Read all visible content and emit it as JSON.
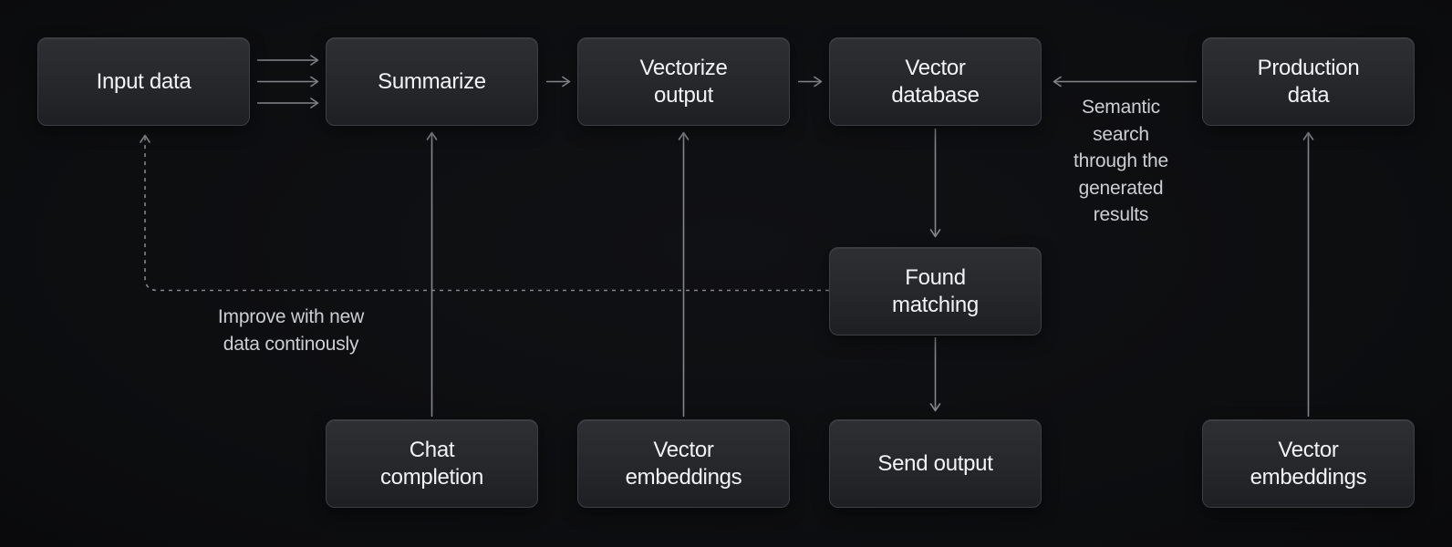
{
  "diagram": {
    "colors": {
      "background": "#0d0e10",
      "node_fill_top": "#2e2f33",
      "node_fill_bottom": "#1e1f23",
      "node_border": "#3d3e44",
      "node_text": "#f2f3f5",
      "arrow": "#85868b",
      "annotation_text": "#cdced2"
    },
    "nodes": {
      "input_data": {
        "label": "Input data"
      },
      "summarize": {
        "label": "Summarize"
      },
      "vectorize_output": {
        "label": "Vectorize\noutput"
      },
      "vector_database": {
        "label": "Vector\ndatabase"
      },
      "production_data": {
        "label": "Production\ndata"
      },
      "found_matching": {
        "label": "Found\nmatching"
      },
      "chat_completion": {
        "label": "Chat\ncompletion"
      },
      "vector_embeddings_left": {
        "label": "Vector\nembeddings"
      },
      "send_output": {
        "label": "Send output"
      },
      "vector_embeddings_right": {
        "label": "Vector\nembeddings"
      }
    },
    "edges": [
      {
        "from": "input_data",
        "to": "summarize",
        "style": "triple-arrow"
      },
      {
        "from": "summarize",
        "to": "vectorize_output",
        "style": "arrow"
      },
      {
        "from": "vectorize_output",
        "to": "vector_database",
        "style": "arrow"
      },
      {
        "from": "production_data",
        "to": "vector_database",
        "style": "arrow",
        "label": "Semantic\nsearch\nthrough the\ngenerated\nresults"
      },
      {
        "from": "vector_database",
        "to": "found_matching",
        "style": "arrow"
      },
      {
        "from": "found_matching",
        "to": "send_output",
        "style": "arrow"
      },
      {
        "from": "chat_completion",
        "to": "summarize",
        "style": "arrow"
      },
      {
        "from": "vector_embeddings_left",
        "to": "vectorize_output",
        "style": "arrow"
      },
      {
        "from": "vector_embeddings_right",
        "to": "production_data",
        "style": "arrow"
      },
      {
        "from": "found_matching",
        "to": "input_data",
        "style": "dotted-arrow",
        "label": "Improve with new\ndata continously"
      }
    ]
  }
}
